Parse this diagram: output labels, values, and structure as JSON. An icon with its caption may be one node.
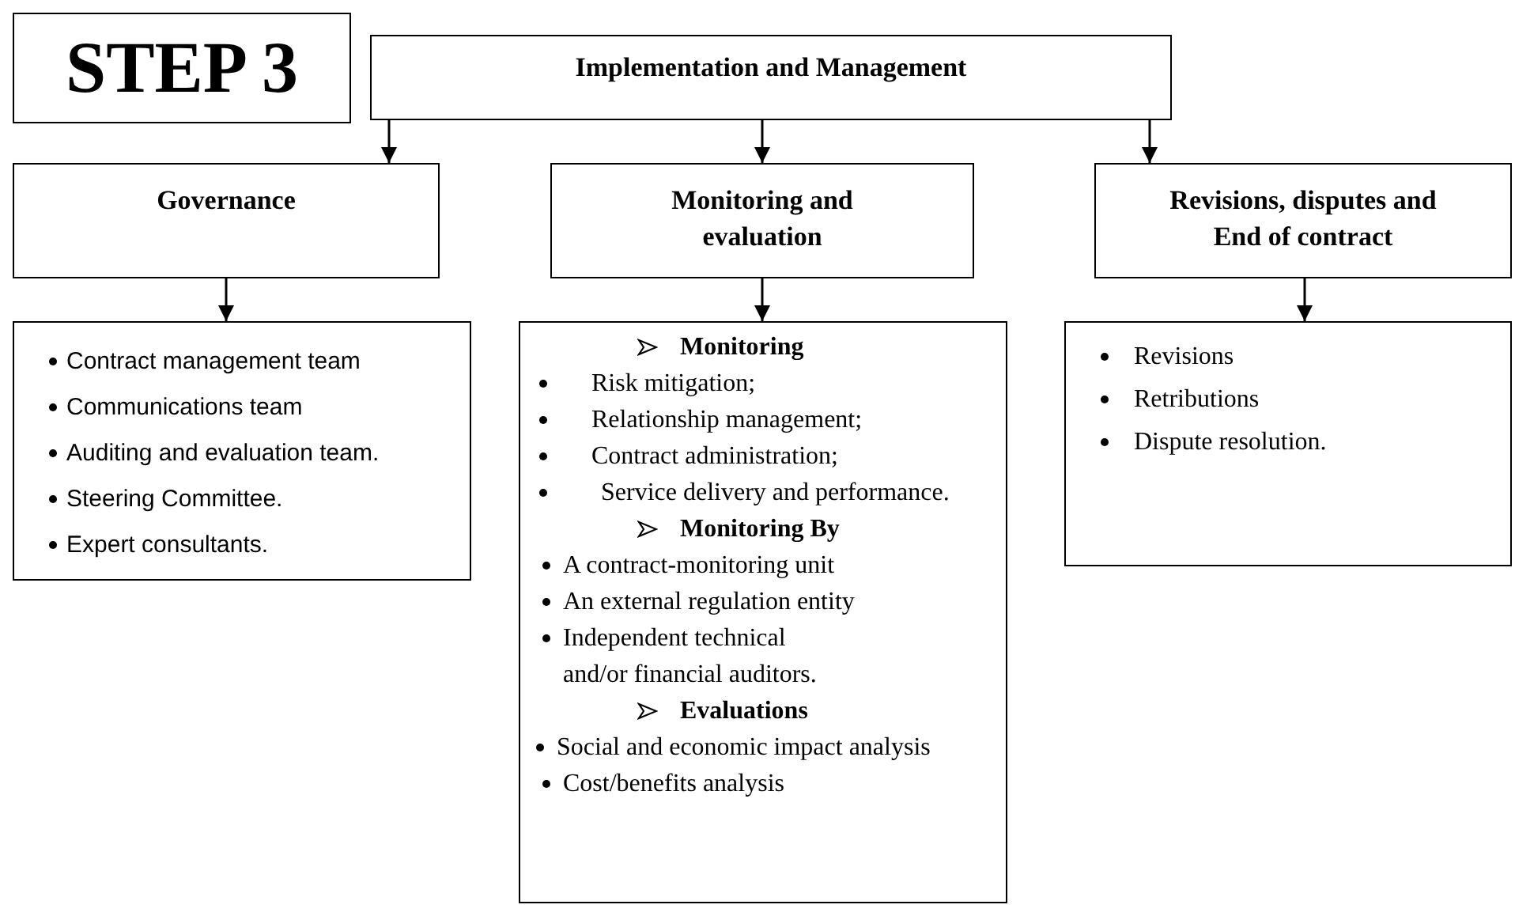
{
  "diagram": {
    "nodes": [
      {
        "text": [
          "STEP 3"
        ]
      },
      {
        "text": [
          "Implementation and Management"
        ]
      },
      {
        "text": [
          "Governance"
        ]
      },
      {
        "text": [
          "Monitoring and evaluation"
        ]
      },
      {
        "text": [
          "Revisions, disputes and End of contract"
        ]
      },
      {
        "text": [
          "Contract management team",
          "Communications team",
          "Auditing and evaluation team.",
          "Steering Committee.",
          "Expert consultants."
        ]
      },
      {
        "text": [
          "Monitoring",
          "Risk mitigation;",
          "Relationship management;",
          "Contract administration;",
          "Service delivery and performance.",
          "Monitoring By",
          "A contract-monitoring unit",
          "An external regulation entity",
          "Independent technical and/or financial auditors.",
          "Evaluations",
          "Social and economic impact analysis",
          "Cost/benefits analysis"
        ]
      },
      {
        "text": [
          "Revisions",
          "Retributions",
          "Dispute resolution."
        ]
      }
    ],
    "edges": [
      {
        "from": 1,
        "to": 2,
        "arrow": "to"
      },
      {
        "from": 1,
        "to": 3,
        "arrow": "to"
      },
      {
        "from": 1,
        "to": 4,
        "arrow": "to"
      },
      {
        "from": 2,
        "to": 5,
        "arrow": "to"
      },
      {
        "from": 3,
        "to": 6,
        "arrow": "to"
      },
      {
        "from": 4,
        "to": 7,
        "arrow": "to"
      }
    ]
  }
}
